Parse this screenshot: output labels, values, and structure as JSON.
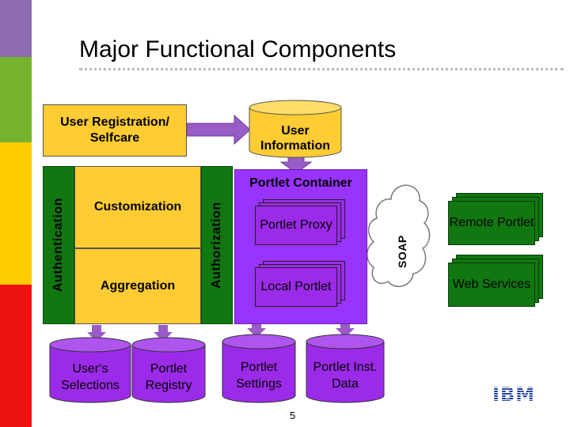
{
  "slide": {
    "title": "Major Functional Components",
    "page_number": "5"
  },
  "sidebar": {
    "colors": [
      "#8c6bb1",
      "#77b22e",
      "#ffcc00",
      "#ee1111"
    ]
  },
  "components": {
    "user_registration": "User Registration/ Selfcare",
    "user_information": "User Information",
    "authentication": "Authentication",
    "customization": "Customization",
    "aggregation": "Aggregation",
    "authorization": "Authorization",
    "portlet_container": "Portlet Container",
    "portlet_proxy": "Portlet Proxy",
    "local_portlet": "Local Portlet",
    "soap": "SOAP",
    "remote_portlet": "Remote Portlet",
    "web_services": "Web Services",
    "users_selections": "User‘s Selections",
    "portlet_registry": "Portlet Registry",
    "portlet_settings": "Portlet Settings",
    "portlet_inst_data": "Portlet Inst. Data"
  },
  "logo": {
    "text": "IBM",
    "color": "#1f3f99"
  },
  "colors": {
    "yellow": "#ffcc33",
    "container_purple": "#9933ff",
    "box_purple": "#9b2be8",
    "green": "#117711",
    "dark_green": "#0a4a0a",
    "arrow_purple": "#9a5cc6"
  }
}
